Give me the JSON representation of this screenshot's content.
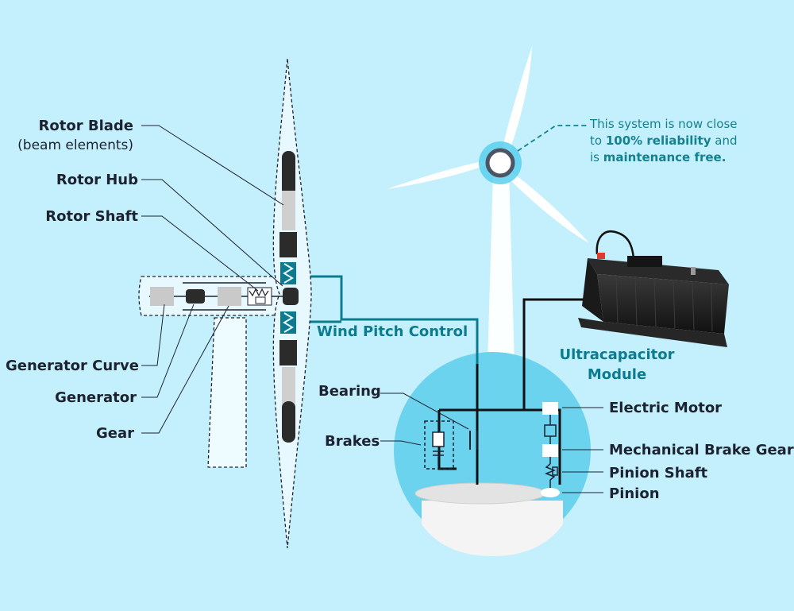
{
  "labels": {
    "rotor_blade": "Rotor Blade",
    "rotor_blade_sub": "(beam elements)",
    "rotor_hub": "Rotor Hub",
    "rotor_shaft": "Rotor Shaft",
    "generator_curve": "Generator Curve",
    "generator": "Generator",
    "gear": "Gear",
    "wind_pitch_control": "Wind Pitch Control",
    "ultracapacitor_line1": "Ultracapacitor",
    "ultracapacitor_line2": "Module",
    "bearing": "Bearing",
    "brakes": "Brakes",
    "electric_motor": "Electric Motor",
    "mechanical_brake_gear": "Mechanical Brake Gear",
    "pinion_shaft": "Pinion Shaft",
    "pinion": "Pinion"
  },
  "note": {
    "line1": "This system is now close",
    "line2_pre": "to ",
    "line2_bold": "100% reliability",
    "line2_post": " and",
    "line3_pre": "is ",
    "line3_bold": "maintenance free."
  },
  "colors": {
    "background": "#c4f0fd",
    "teal_accent": "#0c7b8f",
    "circle_fill": "#6cd3ee",
    "dark": "#1d2230"
  }
}
